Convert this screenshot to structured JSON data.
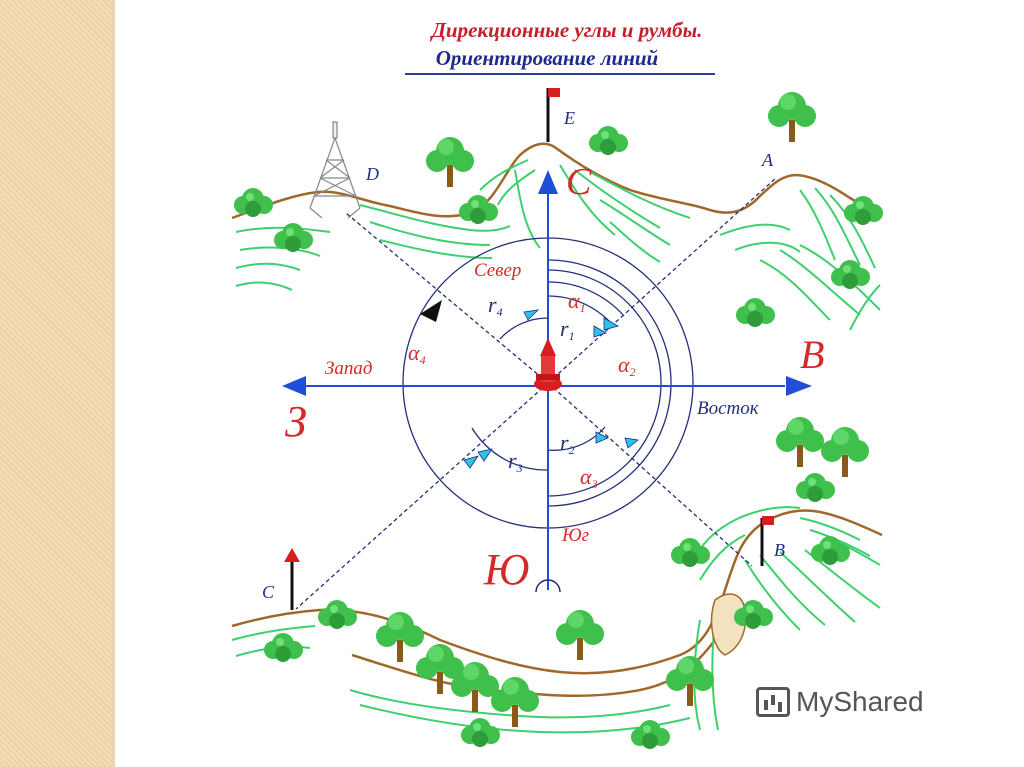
{
  "title": {
    "line1": "Дирекционные углы и румбы.",
    "line2": "Ориентирование линий"
  },
  "directions": {
    "north_word": "Север",
    "south_word": "Юг",
    "west_word": "Запад",
    "east_word": "Восток",
    "north_letter": "С",
    "south_letter": "Ю",
    "west_letter": "З",
    "east_letter": "В"
  },
  "points": {
    "A": "A",
    "B": "B",
    "C": "C",
    "D": "D",
    "E": "E"
  },
  "angles": {
    "alpha1": "α",
    "alpha1_sub": "1",
    "alpha2": "α",
    "alpha2_sub": "2",
    "alpha3": "α",
    "alpha3_sub": "3",
    "alpha4": "α",
    "alpha4_sub": "4",
    "r1": "r",
    "r1_sub": "1",
    "r2": "r",
    "r2_sub": "2",
    "r3": "r",
    "r3_sub": "3",
    "r4": "r",
    "r4_sub": "4"
  },
  "watermark": "MyShared",
  "colors": {
    "axis": "#1f4fd6",
    "red_text": "#d42a2a",
    "blue_text": "#22307a",
    "terrain": "#a0682a",
    "grass": "#3ecf6e",
    "tree": "#39b24a",
    "arrow_cyan": "#2bc4e8"
  }
}
